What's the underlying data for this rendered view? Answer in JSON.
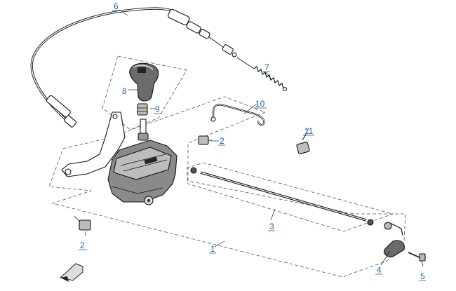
{
  "callouts": {
    "1": "1",
    "2": "2",
    "3": "3",
    "4": "4",
    "5": "5",
    "6": "6",
    "7": "7",
    "8": "8",
    "9": "9",
    "10": "10",
    "11": "11"
  },
  "colors": {
    "callout_text": "#1a5fa8",
    "line_art": "#111111",
    "background": "#ffffff"
  }
}
